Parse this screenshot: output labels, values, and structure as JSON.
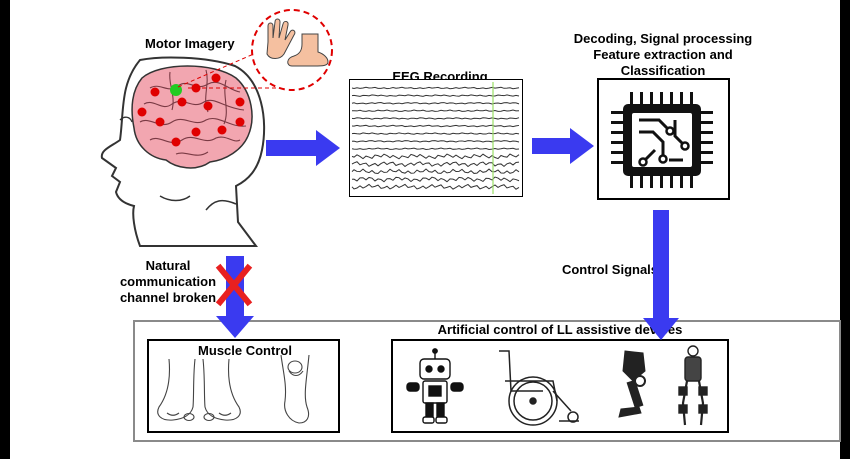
{
  "labels": {
    "motor_imagery": "Motor Imagery",
    "eeg_recording": "EEG Recording",
    "decoding_line1": "Decoding, Signal processing",
    "decoding_line2": "Feature extraction and",
    "decoding_line3": "Classification",
    "natural_line1": "Natural",
    "natural_line2": "communication",
    "natural_line3": "channel broken",
    "control_signals": "Control Signals",
    "artificial_control": "Artificial control of LL assistive devices",
    "muscle_control": "Muscle Control"
  },
  "colors": {
    "arrow": "#3a3af0",
    "cross": "#e82020",
    "electrode": "#e00000",
    "active_electrode": "#22cc22",
    "brain": "#f2a6b0",
    "eeg_marker": "#99e066",
    "frame": "#8a8a8a"
  },
  "icons": [
    "hand-icon",
    "foot-icon",
    "head-brain-icon",
    "chip-icon",
    "robot-icon",
    "wheelchair-icon",
    "prosthetic-leg-icon",
    "exoskeleton-icon",
    "feet-icon",
    "leg-icon"
  ]
}
